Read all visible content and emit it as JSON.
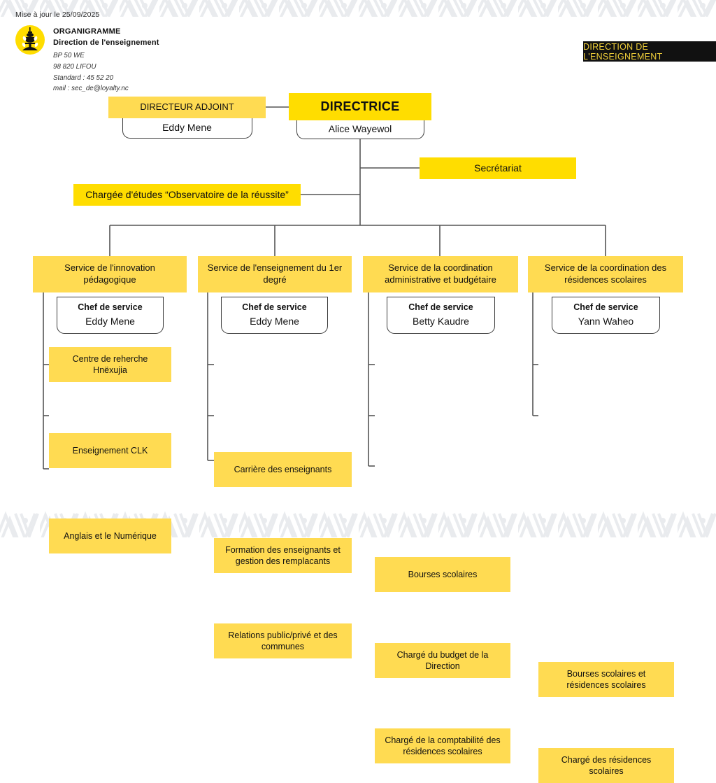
{
  "header": {
    "update_text": "Mise à jour le 25/09/2025",
    "logo_icon": "totem-fleche-faitiere-icon",
    "title": "ORGANIGRAMME",
    "subtitle": "Direction de l'enseignement",
    "address_lines": [
      "BP 50 WE",
      "98 820 LIFOU",
      "Standard : 45 52 20",
      "mail : sec_de@loyalty.nc"
    ],
    "badge_label": "DIRECTION DE L'ENSEIGNEMENT"
  },
  "colors": {
    "yellow_bright": "#FFDD00",
    "yellow_light": "#FFDB52",
    "badge_bg": "#111111",
    "badge_text": "#F0CF3A",
    "line": "#555555",
    "pattern": "#E9EBEE"
  },
  "chart_data": {
    "type": "diagram",
    "title": "Organigramme - Direction de l'enseignement",
    "leadership": [
      {
        "title": "DIRECTEUR ADJOINT",
        "person": "Eddy Mene",
        "emphasis": "normal"
      },
      {
        "title": "DIRECTRICE",
        "person": "Alice Wayewol",
        "emphasis": "strong"
      }
    ],
    "staff": [
      {
        "title": "Secrétariat"
      },
      {
        "title": "Chargée d'études “Observatoire de la réussite”"
      }
    ],
    "services": [
      {
        "title": "Service de l'innovation pédagogique",
        "role": "Chef de service",
        "person": "Eddy Mene",
        "items": [
          "Centre de reherche Hnëxujia",
          "Enseignement CLK",
          "Anglais et le Numérique"
        ]
      },
      {
        "title": "Service de l'enseignement du 1er degré",
        "role": "Chef de service",
        "person": "Eddy Mene",
        "items": [
          "Carrière des enseignants",
          "Formation des enseignants et gestion des remplacants",
          "Relations public/privé et des communes"
        ]
      },
      {
        "title": "Service de la coordination administrative et budgétaire",
        "role": "Chef de service",
        "person": "Betty Kaudre",
        "items": [
          "Bourses scolaires",
          "Chargé du budget de la Direction",
          "Chargé de la comptabilité des résidences scolaires"
        ]
      },
      {
        "title": "Service de la coordination des résidences scolaires",
        "role": "Chef de service",
        "person": "Yann Waheo",
        "items": [
          "Bourses scolaires et résidences scolaires",
          "Chargé des résidences scolaires"
        ]
      }
    ]
  }
}
